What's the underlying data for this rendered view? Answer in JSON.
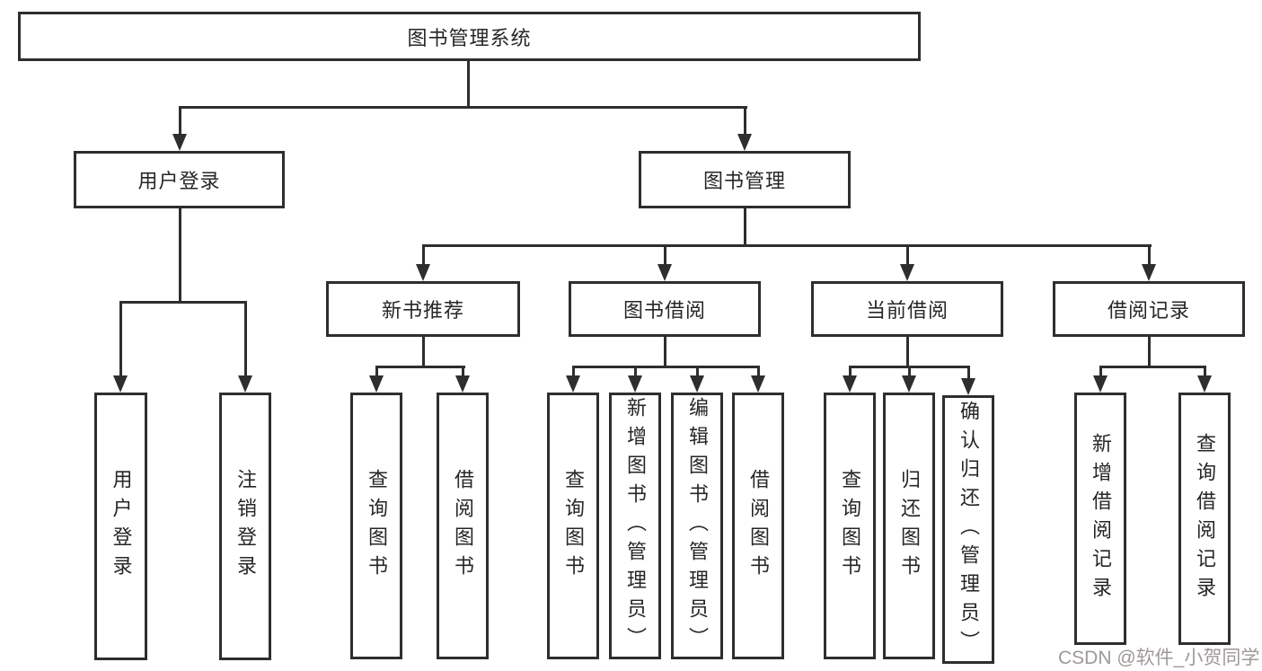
{
  "diagram_title": "图书管理系统",
  "tree": {
    "label": "图书管理系统",
    "children": [
      {
        "label": "用户登录",
        "children": [
          {
            "label": "用户登录"
          },
          {
            "label": "注销登录"
          }
        ]
      },
      {
        "label": "图书管理",
        "children": [
          {
            "label": "新书推荐",
            "children": [
              {
                "label": "查询图书"
              },
              {
                "label": "借阅图书"
              }
            ]
          },
          {
            "label": "图书借阅",
            "children": [
              {
                "label": "查询图书"
              },
              {
                "label": "新增图书（管理员）"
              },
              {
                "label": "编辑图书（管理员）"
              },
              {
                "label": "借阅图书"
              }
            ]
          },
          {
            "label": "当前借阅",
            "children": [
              {
                "label": "查询图书"
              },
              {
                "label": "归还图书"
              },
              {
                "label": "确认归还（管理员）"
              }
            ]
          },
          {
            "label": "借阅记录",
            "children": [
              {
                "label": "新增借阅记录"
              },
              {
                "label": "查询借阅记录"
              }
            ]
          }
        ]
      }
    ]
  },
  "watermark": {
    "text": "CSDN @软件_小贺同学"
  },
  "colors": {
    "line": "#2e2e2e",
    "box_border": "#2e2e2e",
    "box_fill": "#ffffff",
    "text": "#262626",
    "watermark": "#9e9998",
    "background": "#ffffff"
  }
}
